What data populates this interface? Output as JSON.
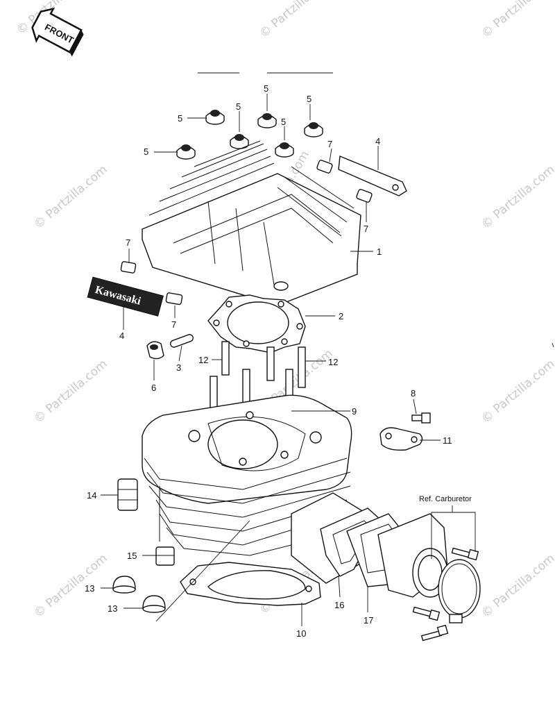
{
  "front_badge": {
    "text": "FRONT"
  },
  "emblem": {
    "text": "Kawasaki"
  },
  "watermark": {
    "text": "© Partzilla.com"
  },
  "ref_note": {
    "text": "Ref. Carburetor"
  },
  "callouts": [
    {
      "id": "c1",
      "text": "1"
    },
    {
      "id": "c2",
      "text": "2"
    },
    {
      "id": "c3",
      "text": "3"
    },
    {
      "id": "c4a",
      "text": "4"
    },
    {
      "id": "c4b",
      "text": "4"
    },
    {
      "id": "c5a",
      "text": "5"
    },
    {
      "id": "c5b",
      "text": "5"
    },
    {
      "id": "c5c",
      "text": "5"
    },
    {
      "id": "c5d",
      "text": "5"
    },
    {
      "id": "c5e",
      "text": "5"
    },
    {
      "id": "c5f",
      "text": "5"
    },
    {
      "id": "c6",
      "text": "6"
    },
    {
      "id": "c7a",
      "text": "7"
    },
    {
      "id": "c7b",
      "text": "7"
    },
    {
      "id": "c7c",
      "text": "7"
    },
    {
      "id": "c7d",
      "text": "7"
    },
    {
      "id": "c8",
      "text": "8"
    },
    {
      "id": "c9",
      "text": "9"
    },
    {
      "id": "c10",
      "text": "10"
    },
    {
      "id": "c11",
      "text": "11"
    },
    {
      "id": "c12a",
      "text": "12"
    },
    {
      "id": "c12b",
      "text": "12"
    },
    {
      "id": "c13a",
      "text": "13"
    },
    {
      "id": "c13b",
      "text": "13"
    },
    {
      "id": "c14",
      "text": "14"
    },
    {
      "id": "c15",
      "text": "15"
    },
    {
      "id": "c16",
      "text": "16"
    },
    {
      "id": "c17",
      "text": "17"
    }
  ]
}
